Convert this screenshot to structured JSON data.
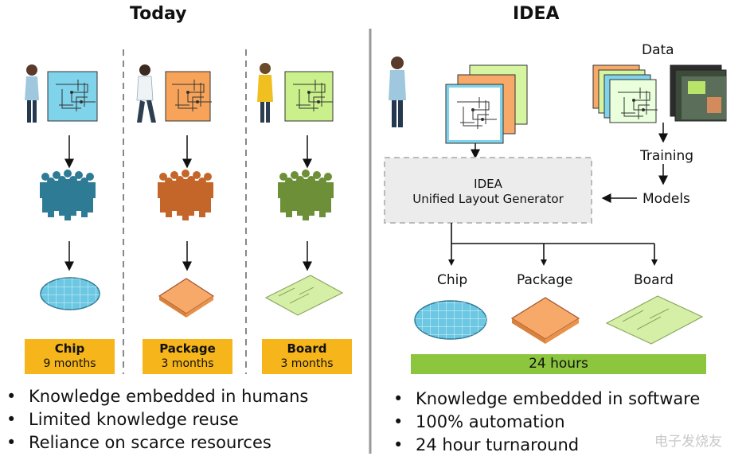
{
  "today": {
    "title": "Today",
    "columns": [
      {
        "label": "Chip",
        "duration": "9 months",
        "color": "#2e7b96"
      },
      {
        "label": "Package",
        "duration": "3 months",
        "color": "#c4662a"
      },
      {
        "label": "Board",
        "duration": "3 months",
        "color": "#6c8f37"
      }
    ],
    "bullets": [
      "Knowledge embedded in humans",
      "Limited knowledge reuse",
      "Reliance on scarce resources"
    ]
  },
  "idea": {
    "title": "IDEA",
    "data_label": "Data",
    "training_label": "Training",
    "models_label": "Models",
    "generator_title": "IDEA",
    "generator_subtitle": "Unified Layout Generator",
    "outputs": [
      "Chip",
      "Package",
      "Board"
    ],
    "turnaround_bar": "24 hours",
    "bullets": [
      "Knowledge embedded in software",
      "100% automation",
      "24 hour turnaround"
    ]
  },
  "watermark": "电子发烧友",
  "colors": {
    "box_yellow": "#f5b51b",
    "bar_green": "#8cc63f",
    "chip_blue": "#6cc7e3",
    "package_orange": "#f7a96a",
    "board_green": "#d6efa6"
  }
}
